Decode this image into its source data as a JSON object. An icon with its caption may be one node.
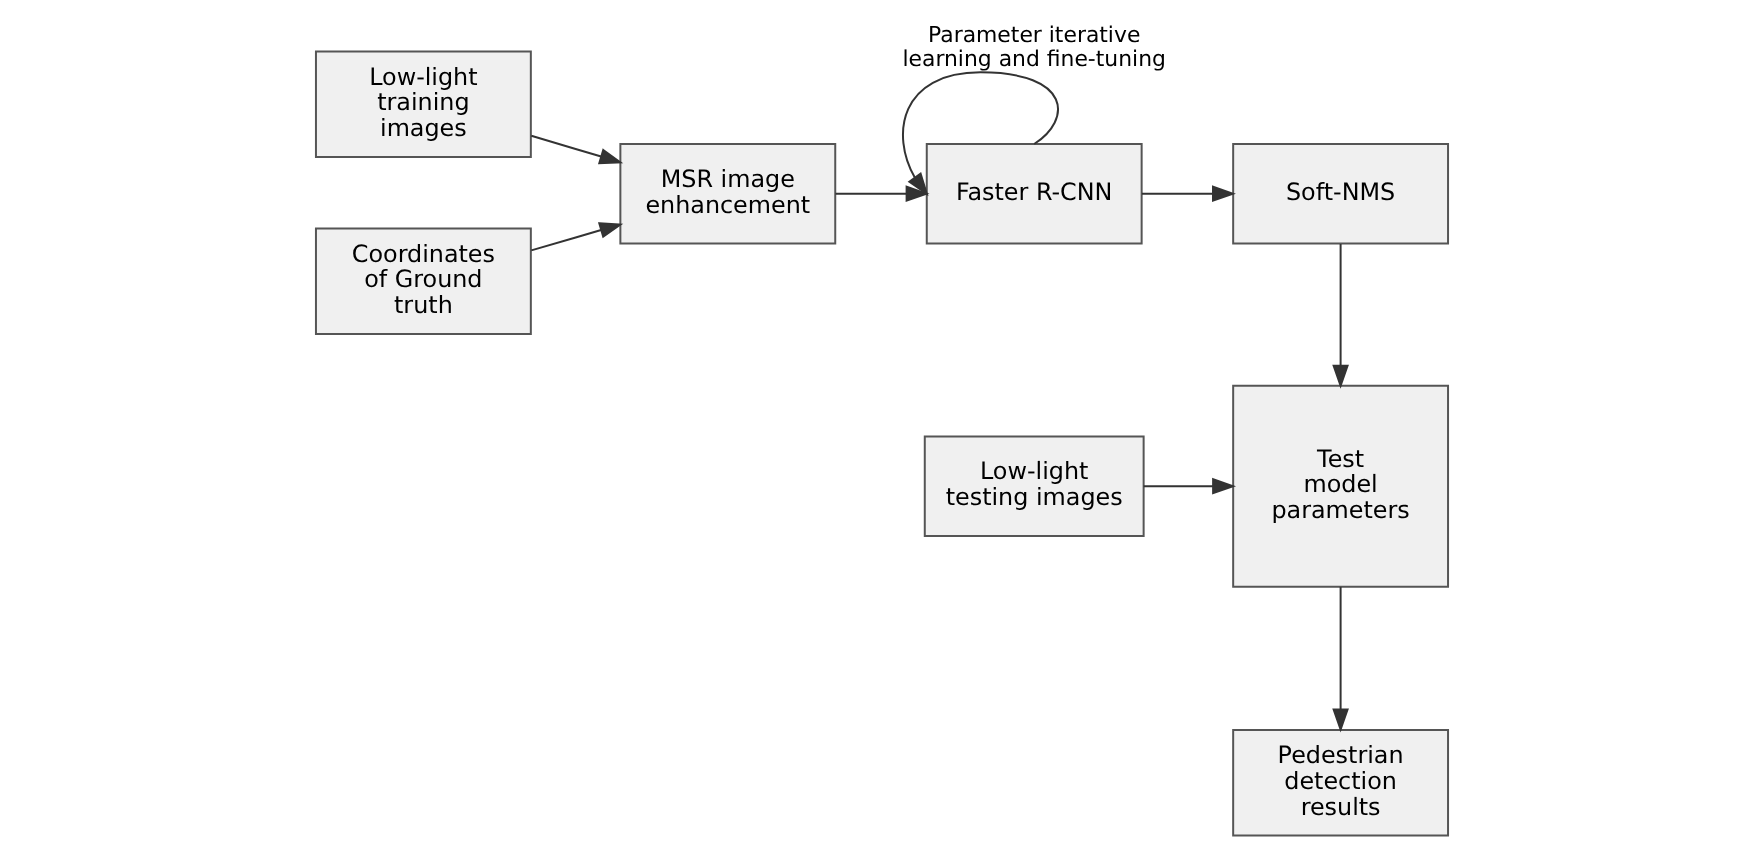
{
  "diagram": {
    "nodes": [
      {
        "text": [
          "Low-light training images"
        ]
      },
      {
        "text": [
          "Coordinates of Ground truth"
        ]
      },
      {
        "text": [
          "MSR image enhancement"
        ]
      },
      {
        "text": [
          "Faster R-CNN"
        ]
      },
      {
        "text": [
          "Soft-NMS"
        ]
      },
      {
        "text": [
          "Low-light testing images"
        ]
      },
      {
        "text": [
          "Test model parameters"
        ]
      },
      {
        "text": [
          "Pedestrian detection results"
        ]
      }
    ],
    "edges": [
      {
        "from": 0,
        "to": 2,
        "arrow": "to"
      },
      {
        "from": 1,
        "to": 2,
        "arrow": "to"
      },
      {
        "from": 2,
        "to": 3,
        "arrow": "to"
      },
      {
        "from": 3,
        "to": 3,
        "arrow": "to",
        "label": "Parameter iterative learning and fine-tuning"
      },
      {
        "from": 3,
        "to": 4,
        "arrow": "to"
      },
      {
        "from": 4,
        "to": 6,
        "arrow": "to"
      },
      {
        "from": 5,
        "to": 6,
        "arrow": "to"
      },
      {
        "from": 6,
        "to": 7,
        "arrow": "to"
      }
    ]
  }
}
